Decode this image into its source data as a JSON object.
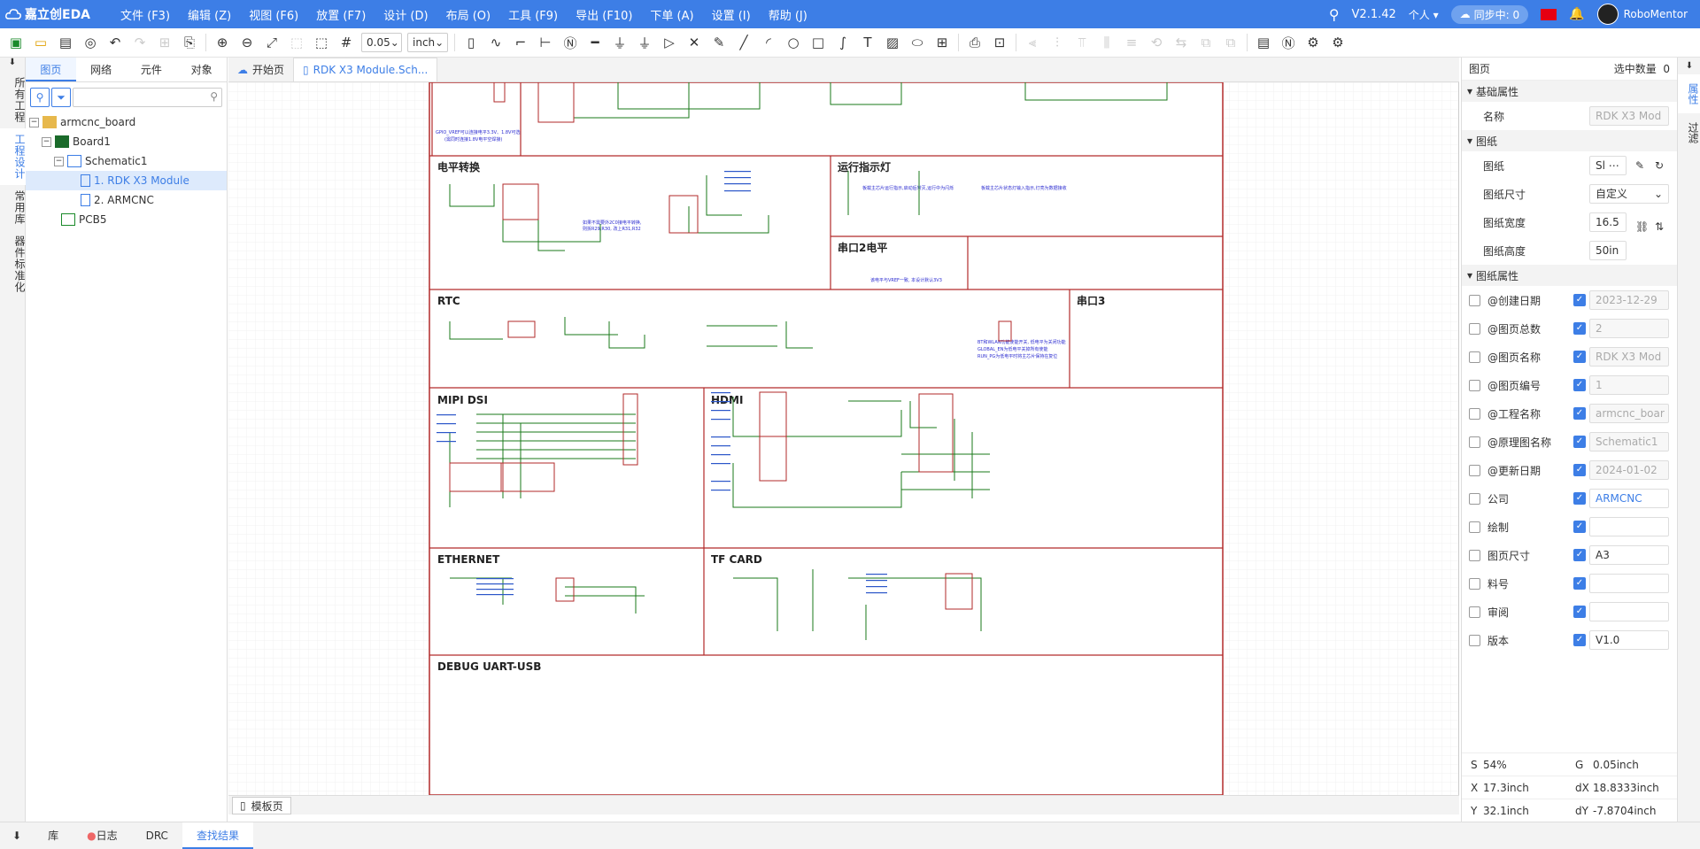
{
  "app": {
    "name": "嘉立创EDA"
  },
  "menu": [
    "文件 (F3)",
    "编辑 (Z)",
    "视图 (F6)",
    "放置 (F7)",
    "设计 (D)",
    "布局 (O)",
    "工具 (F9)",
    "导出 (F10)",
    "下单 (A)",
    "设置 (I)",
    "帮助 (J)"
  ],
  "topright": {
    "version": "V2.1.42",
    "account": "个人",
    "sync": "同步中: 0",
    "user": "RoboMentor"
  },
  "toolbar": {
    "grid_value": "0.05",
    "unit": "inch"
  },
  "left_vtabs": [
    "所有工程",
    "工程设计",
    "常用库",
    "器件标准化"
  ],
  "left_tabs": [
    "图页",
    "网络",
    "元件",
    "对象"
  ],
  "tree": [
    {
      "label": "armcnc_board",
      "level": 0
    },
    {
      "label": "Board1",
      "level": 1
    },
    {
      "label": "Schematic1",
      "level": 2
    },
    {
      "label": "1. RDK X3 Module",
      "level": 3
    },
    {
      "label": "2. ARMCNC",
      "level": 3
    },
    {
      "label": "PCB5",
      "level": 1
    }
  ],
  "doc_tabs": [
    "开始页",
    "RDK X3 Module.Sch..."
  ],
  "page_tab": "模板页",
  "bottom_tabs": [
    "库",
    "日志",
    "DRC",
    "查找结果"
  ],
  "schematic": {
    "sections": [
      "电平转换",
      "运行指示灯",
      "串口2电平",
      "RTC",
      "串口3",
      "MIPI DSI",
      "HDMI",
      "ETHERNET",
      "TF CARD",
      "DEBUG UART-USB"
    ],
    "notes": [
      "GPIO_VREF可以连接电平3.3V、1.8V可选",
      "(需同时连接1.8V电平空焊接)",
      "如果不需要外2C0接电平转换,",
      "则拆R29,R30, 改上R31,R32",
      "板载主芯片运行指示,启动后常灭,运行中为闪烁",
      "板载主芯片状态灯输入指示,灯亮为数据接收",
      "该电平与VREF一致, 本设计默认3V3",
      "BT和WLAN功能使能开关, 低电平为关闭功能",
      "GLOBAL_EN为低电平关掉所有使能",
      "RUN_PG为低电平时将主芯片保持在复位"
    ]
  },
  "right_vtabs": [
    "属性",
    "过滤"
  ],
  "props": {
    "header": "图页",
    "selected_label": "选中数量",
    "selected_count": "0",
    "basic_title": "基础属性",
    "name_label": "名称",
    "name_value": "RDK X3 Mod",
    "paper_title": "图纸",
    "paper_label": "图纸",
    "paper_value": "Sl",
    "size_label": "图纸尺寸",
    "size_value": "自定义",
    "width_label": "图纸宽度",
    "width_value": "16.5",
    "height_label": "图纸高度",
    "height_value": "50in",
    "attr_title": "图纸属性",
    "attrs": [
      {
        "label": "@创建日期",
        "value": "2023-12-29",
        "editable": false
      },
      {
        "label": "@图页总数",
        "value": "2",
        "editable": false
      },
      {
        "label": "@图页名称",
        "value": "RDK X3 Mod",
        "editable": false
      },
      {
        "label": "@图页编号",
        "value": "1",
        "editable": false
      },
      {
        "label": "@工程名称",
        "value": "armcnc_boar",
        "editable": false
      },
      {
        "label": "@原理图名称",
        "value": "Schematic1",
        "editable": false
      },
      {
        "label": "@更新日期",
        "value": "2024-01-02",
        "editable": false
      },
      {
        "label": "公司",
        "value": "ARMCNC",
        "editable": true,
        "blue": true
      },
      {
        "label": "绘制",
        "value": "",
        "editable": true
      },
      {
        "label": "图页尺寸",
        "value": "A3",
        "editable": true
      },
      {
        "label": "料号",
        "value": "",
        "editable": true
      },
      {
        "label": "审阅",
        "value": "",
        "editable": true
      },
      {
        "label": "版本",
        "value": "V1.0",
        "editable": true
      }
    ]
  },
  "status": {
    "s_label": "S",
    "s_value": "54%",
    "g_label": "G",
    "g_value": "0.05inch",
    "x_label": "X",
    "x_value": "17.3inch",
    "dx_label": "dX",
    "dx_value": "18.8333inch",
    "y_label": "Y",
    "y_value": "32.1inch",
    "dy_label": "dY",
    "dy_value": "-7.8704inch"
  },
  "colors": {
    "accent": "#3d7ee6",
    "frame": "#b22a2a",
    "wire": "#1a7a1a",
    "net": "#2b56c9"
  }
}
